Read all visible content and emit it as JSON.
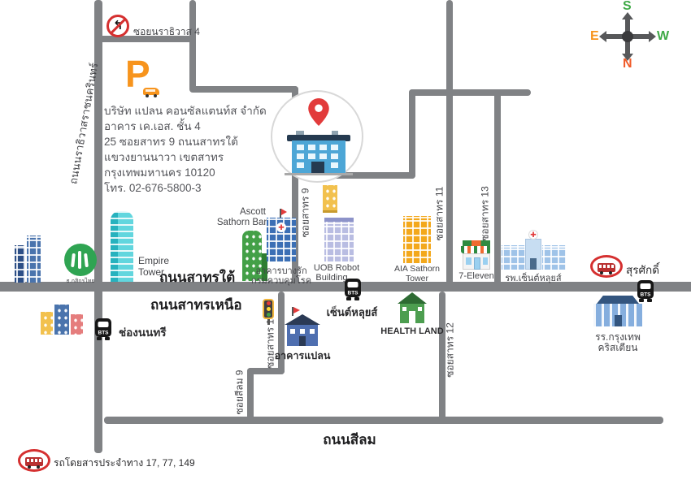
{
  "company_info": {
    "lines": [
      "บริษัท แปลน คอนซัลแตนท์ส จำกัด",
      "อาคาร เค.เอส. ชั้น 4",
      "25 ซอยสาทร 9 ถนนสาทรใต้",
      "แขวงยานนาวา เขตสาทร",
      "กรุงเทพมหานคร 10120",
      "โทร. 02-676-5800-3"
    ]
  },
  "roads": {
    "sathorn_south": "ถนนสาทรใต้",
    "sathorn_north": "ถนนสาทรเหนือ",
    "silom": "ถนนสีลม",
    "narathiwat": "ถนนนราธิวาสราชนครินทร์",
    "soi_narathiwat_4": "ซอยนราธิวาส 4",
    "soi_sathorn_9": "ซอยสาทร 9",
    "soi_sathorn_10": "ซอยสาทร 10",
    "soi_sathorn_11": "ซอยสาทร 11",
    "soi_sathorn_12": "ซอยสาทร 12",
    "soi_sathorn_13": "ซอยสาทร 13",
    "soi_silom_9": "ซอยสีลม 9"
  },
  "landmarks": {
    "parking_letter": "P",
    "empire_tower_line1": "Empire",
    "empire_tower_line2": "Tower",
    "bank_label": "ธ.กสิกรไทย",
    "ascott_line1": "Ascott",
    "ascott_line2": "Sathorn Bangkok",
    "bangrak_line1": "อาคารบางรัก",
    "bangrak_line2": "กรมควบคุมโรค",
    "uob_line1": "UOB Robot",
    "uob_line2": "Building",
    "aia_line1": "AIA Sathorn",
    "aia_line2": "Tower",
    "seven_eleven": "7-Eleven",
    "st_louis_hospital": "รพ.เซ็นต์หลุยส์",
    "plan_building": "อาคารแปลน",
    "health_land": "HEALTH LAND",
    "bcc_line1": "รร.กรุงเทพ",
    "bcc_line2": "คริสเตียน"
  },
  "transit": {
    "bts_label": "BTS",
    "station_st_louis": "เซ็นต์หลุยส์",
    "station_chong_nonsi": "ช่องนนทรี",
    "station_surasak": "สุรศักดิ์",
    "bus_note": "รถโดยสารประจำทาง 17, 77, 149"
  },
  "compass": {
    "top": "S",
    "left": "E",
    "right": "W",
    "bottom": "N"
  },
  "icons": {
    "no_left_turn_glyph": "↰",
    "cross_glyph": "✚"
  },
  "colors": {
    "road": "#808285",
    "accent_red": "#d53030",
    "pin_red": "#e23b3b",
    "compass_green": "#3faa47",
    "compass_orange": "#f7941d",
    "compass_red": "#f05a28"
  }
}
